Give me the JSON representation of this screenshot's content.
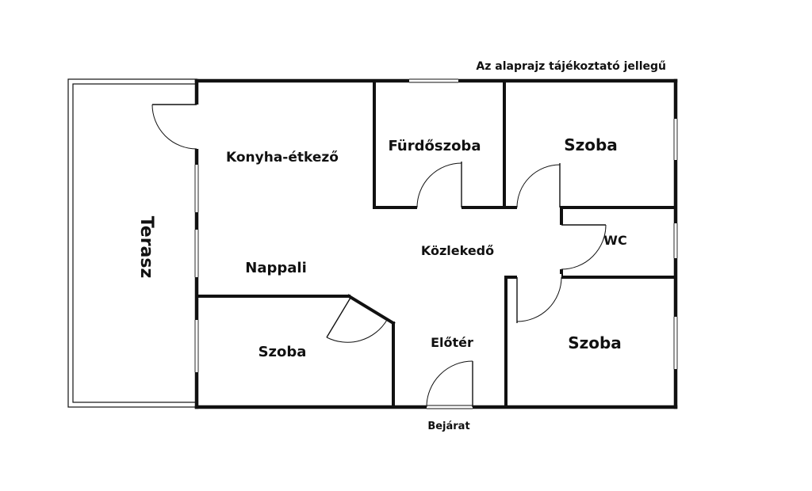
{
  "note": "Az alaprajz tájékoztató jellegű",
  "entrance_label": "Bejárat",
  "rooms": {
    "terrace": "Terasz",
    "kitchen": "Konyha-étkező",
    "bathroom": "Fürdőszoba",
    "bedroom_top_right": "Szoba",
    "wc": "WC",
    "corridor": "Közlekedő",
    "living": "Nappali",
    "bedroom_bottom_left": "Szoba",
    "hall": "Előtér",
    "bedroom_bottom_right": "Szoba"
  }
}
